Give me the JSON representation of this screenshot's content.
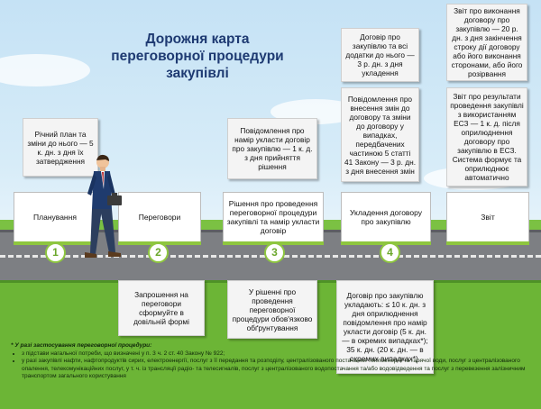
{
  "title": "Дорожня карта переговорної процедури закупівлі",
  "stages": [
    {
      "num": "1",
      "label": "Планування"
    },
    {
      "num": "2",
      "label": "Переговори"
    },
    {
      "num": "3",
      "label": "Рішення про проведення переговорної процедури закупівлі та намір укласти договір"
    },
    {
      "num": "4",
      "label": "Укладення договору про закупівлю"
    },
    {
      "num": "",
      "label": "Звіт"
    }
  ],
  "notes_top": {
    "plan": "Річний план та зміни до нього — 5 к. дн. з дня їх затвердження",
    "intent": "Повідомлення про намір укласти договір про закупівлю — 1 к. д. з дня прийняття рішення",
    "contract_a": "Договір про закупівлю та всі додатки до нього — 3 р. дн. з дня укладення",
    "contract_b": "Повідомлення про внесення змін до договору та зміни до договору у випадках, передбачених частиною 5 статті 41 Закону — 3 р. дн. з дня внесення змін",
    "report_a": "Звіт про виконання договору про закупівлю — 20 р. дн. з дня закінчення строку дії договору або його виконання сторонами, або його розірвання",
    "report_b": "Звіт про результати проведення закупівлі з використанням ЕСЗ — 1 к. д. після оприлюднення договору про закупівлю в ЕСЗ. Система формує та оприлюднює автоматично"
  },
  "notes_bottom": {
    "invite": "Запрошення на переговори сформуйте в довільній формі",
    "decision": "У рішенні про проведення переговорної процедури обов'язково обґрунтування",
    "contract": "Договір про закупівлю укладають: ≤ 10 к. дн. з дня оприлюднення повідомлення про намір укласти договір (5 к. дн. — в окремих випадках*); 35 к. дн. (20 к. дн. — в окремих випадках*)."
  },
  "footnote": {
    "title": "* У разі застосування переговорної процедури:",
    "items": [
      "з підстави нагальної потреби, що визначені у п. 3 ч. 2 ст. 40 Закону № 922;",
      "у разі закупівлі нафти, нафтопродуктів сирих, електроенергії, послуг з її передання та розподілу, централізованого постачання теплоенергії та гарячої води, послуг з централізованого опалення, телекомунікаційних послуг, у т. ч. із трансляції радіо- та телесигналів, послуг з централізованого водопостачання та/або водовідведення та послуг з перевезення залізничним транспортом загального користування"
    ]
  },
  "colors": {
    "title": "#1e3a72",
    "grass": "#6cb536",
    "accent": "#8ec63f",
    "road": "#7d7f83"
  },
  "icons": [
    "walking-businessman-illustration",
    "cloud-shape"
  ]
}
